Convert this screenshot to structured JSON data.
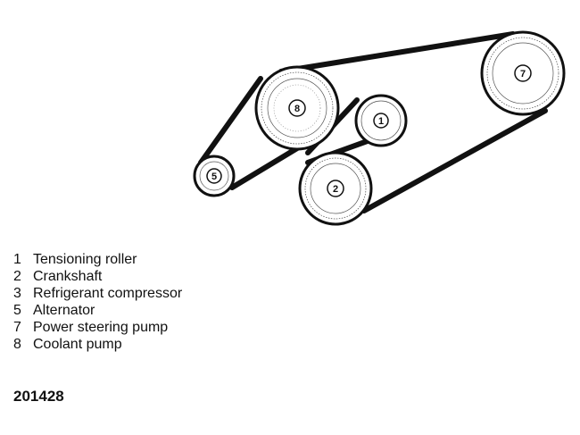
{
  "diagram": {
    "pulleys": [
      {
        "id": "7",
        "label": "7"
      },
      {
        "id": "8",
        "label": "8"
      },
      {
        "id": "1",
        "label": "1"
      },
      {
        "id": "5",
        "label": "5"
      },
      {
        "id": "2",
        "label": "2"
      }
    ]
  },
  "legend": [
    {
      "number": "1",
      "text": "Tensioning roller"
    },
    {
      "number": "2",
      "text": "Crankshaft"
    },
    {
      "number": "3",
      "text": "Refrigerant compressor"
    },
    {
      "number": "5",
      "text": "Alternator"
    },
    {
      "number": "7",
      "text": "Power steering pump"
    },
    {
      "number": "8",
      "text": "Coolant pump"
    }
  ],
  "figure_id": "201428"
}
